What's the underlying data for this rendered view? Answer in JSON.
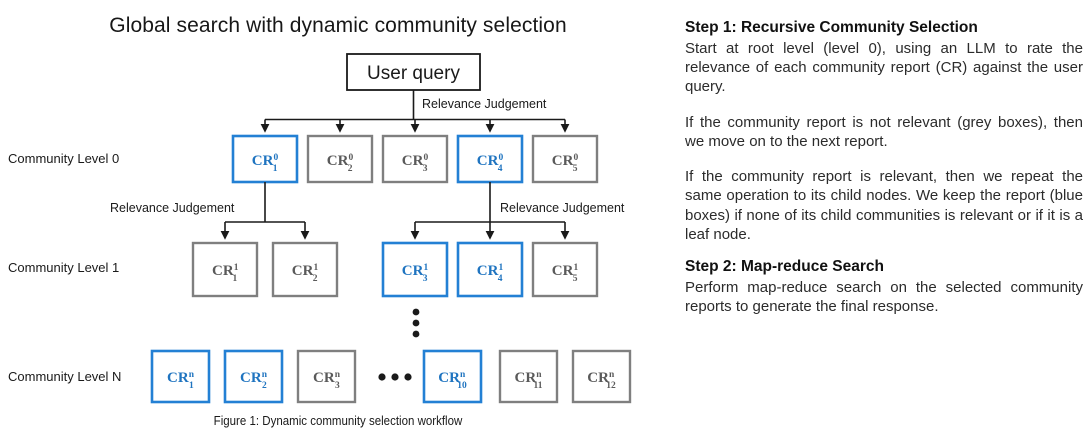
{
  "diagram": {
    "title": "Global search with dynamic community selection",
    "caption": "Figure 1: Dynamic community selection workflow",
    "query_box": {
      "label": "User query"
    },
    "edge_labels": {
      "root": "Relevance Judgement",
      "left_branch": "Relevance Judgement",
      "right_branch": "Relevance Judgement"
    },
    "row_labels": [
      "Community Level 0",
      "Community Level 1",
      "Community Level N"
    ],
    "ellipsis": {
      "vertical": "vertical-ellipsis",
      "horizontal": "horizontal-ellipsis"
    },
    "colors": {
      "relevant_blue": "#2380d4",
      "relevant_text_blue": "#1f74c0",
      "irrelevant_grey": "#7f7f7f",
      "irrelevant_text_grey": "#5a5a5a",
      "connector_black": "#1a1a1a"
    },
    "levels": [
      {
        "name": "Community Level 0",
        "nodes": [
          {
            "base": "CR",
            "sub": "1",
            "sup": "0",
            "state": "relevant"
          },
          {
            "base": "CR",
            "sub": "2",
            "sup": "0",
            "state": "irrelevant"
          },
          {
            "base": "CR",
            "sub": "3",
            "sup": "0",
            "state": "irrelevant"
          },
          {
            "base": "CR",
            "sub": "4",
            "sup": "0",
            "state": "relevant"
          },
          {
            "base": "CR",
            "sub": "5",
            "sup": "0",
            "state": "irrelevant"
          }
        ]
      },
      {
        "name": "Community Level 1",
        "nodes": [
          {
            "base": "CR",
            "sub": "1",
            "sup": "1",
            "state": "irrelevant"
          },
          {
            "base": "CR",
            "sub": "2",
            "sup": "1",
            "state": "irrelevant"
          },
          {
            "base": "CR",
            "sub": "3",
            "sup": "1",
            "state": "relevant"
          },
          {
            "base": "CR",
            "sub": "4",
            "sup": "1",
            "state": "relevant"
          },
          {
            "base": "CR",
            "sub": "5",
            "sup": "1",
            "state": "irrelevant"
          }
        ]
      },
      {
        "name": "Community Level N",
        "nodes": [
          {
            "base": "CR",
            "sub": "1",
            "sup": "n",
            "state": "relevant"
          },
          {
            "base": "CR",
            "sub": "2",
            "sup": "n",
            "state": "relevant"
          },
          {
            "base": "CR",
            "sub": "3",
            "sup": "n",
            "state": "irrelevant"
          },
          {
            "base": "CR",
            "sub": "10",
            "sup": "n",
            "state": "relevant"
          },
          {
            "base": "CR",
            "sub": "11",
            "sup": "n",
            "state": "irrelevant"
          },
          {
            "base": "CR",
            "sub": "12",
            "sup": "n",
            "state": "irrelevant"
          }
        ]
      }
    ]
  },
  "explanation": {
    "step1": {
      "heading": "Step 1: Recursive Community Selection",
      "paragraphs": [
        "Start at root level (level 0), using an LLM to rate the relevance of each community report (CR) against the user query.",
        "If the community report is not relevant (grey boxes), then we move on to the next report.",
        "If the community report is relevant, then we repeat the same operation to its child nodes. We keep the report (blue boxes) if none of its child communities is relevant or if it is a leaf node."
      ]
    },
    "step2": {
      "heading": "Step 2: Map-reduce Search",
      "paragraphs": [
        "Perform map-reduce search on the selected community reports to generate the final response."
      ]
    }
  }
}
